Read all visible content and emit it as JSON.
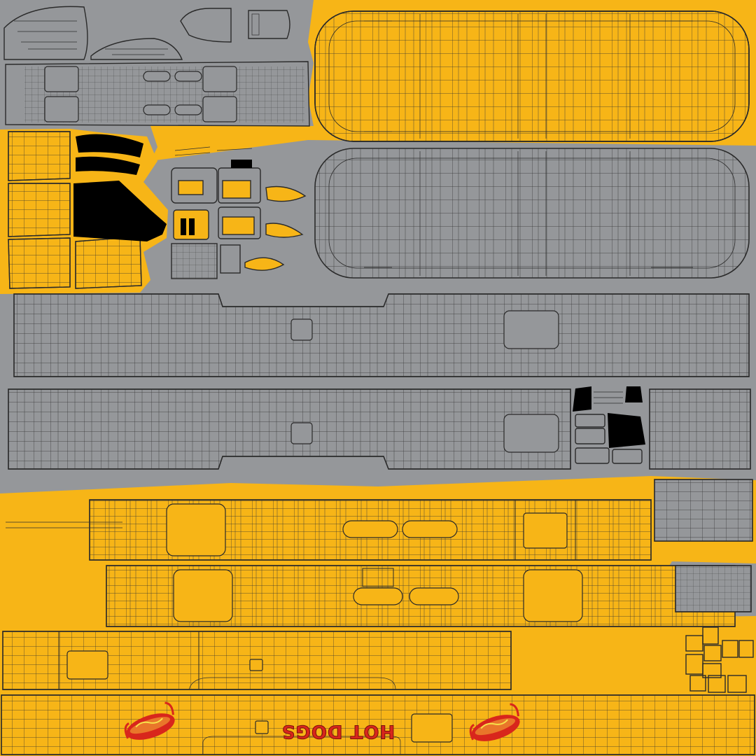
{
  "image_kind": "UV texture layout of a hot dog food truck 3D model",
  "colors": {
    "background_yellow": "#F7B517",
    "island_gray": "#95979A",
    "wireframe": "#2A2A2A",
    "decal_black": "#000000",
    "decal_red": "#D8261C",
    "sausage_orange": "#E9762A"
  },
  "decals": {
    "sign_text": "HOT DOGS",
    "sign_mirrored": true,
    "logo_icon": "hotdog-icon",
    "logo_count": 2
  }
}
